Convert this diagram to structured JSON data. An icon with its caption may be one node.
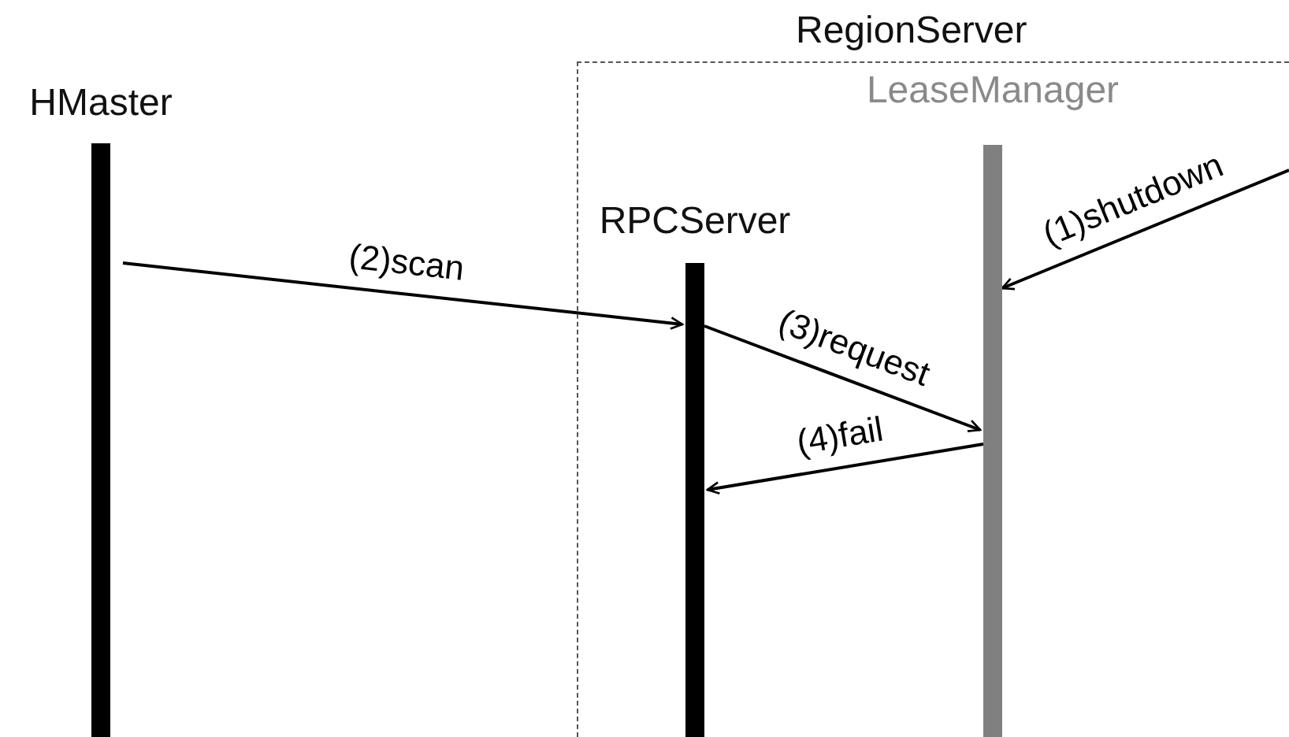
{
  "diagram": {
    "nodes": [
      {
        "text": [
          "RegionServer"
        ]
      },
      {
        "text": [
          "HMaster"
        ]
      },
      {
        "text": [
          "RPCServer"
        ],
        "in": 0
      },
      {
        "text": [
          "LeaseManager"
        ],
        "in": 0
      }
    ],
    "edges": [
      {
        "from": null,
        "to": 3,
        "arrow": "to",
        "label": "(1)shutdown"
      },
      {
        "from": 1,
        "to": 2,
        "arrow": "to",
        "label": "(2)scan"
      },
      {
        "from": 2,
        "to": 3,
        "arrow": "to",
        "label": "(3)request"
      },
      {
        "from": 3,
        "to": 2,
        "arrow": "to",
        "label": "(4)fail"
      }
    ]
  }
}
